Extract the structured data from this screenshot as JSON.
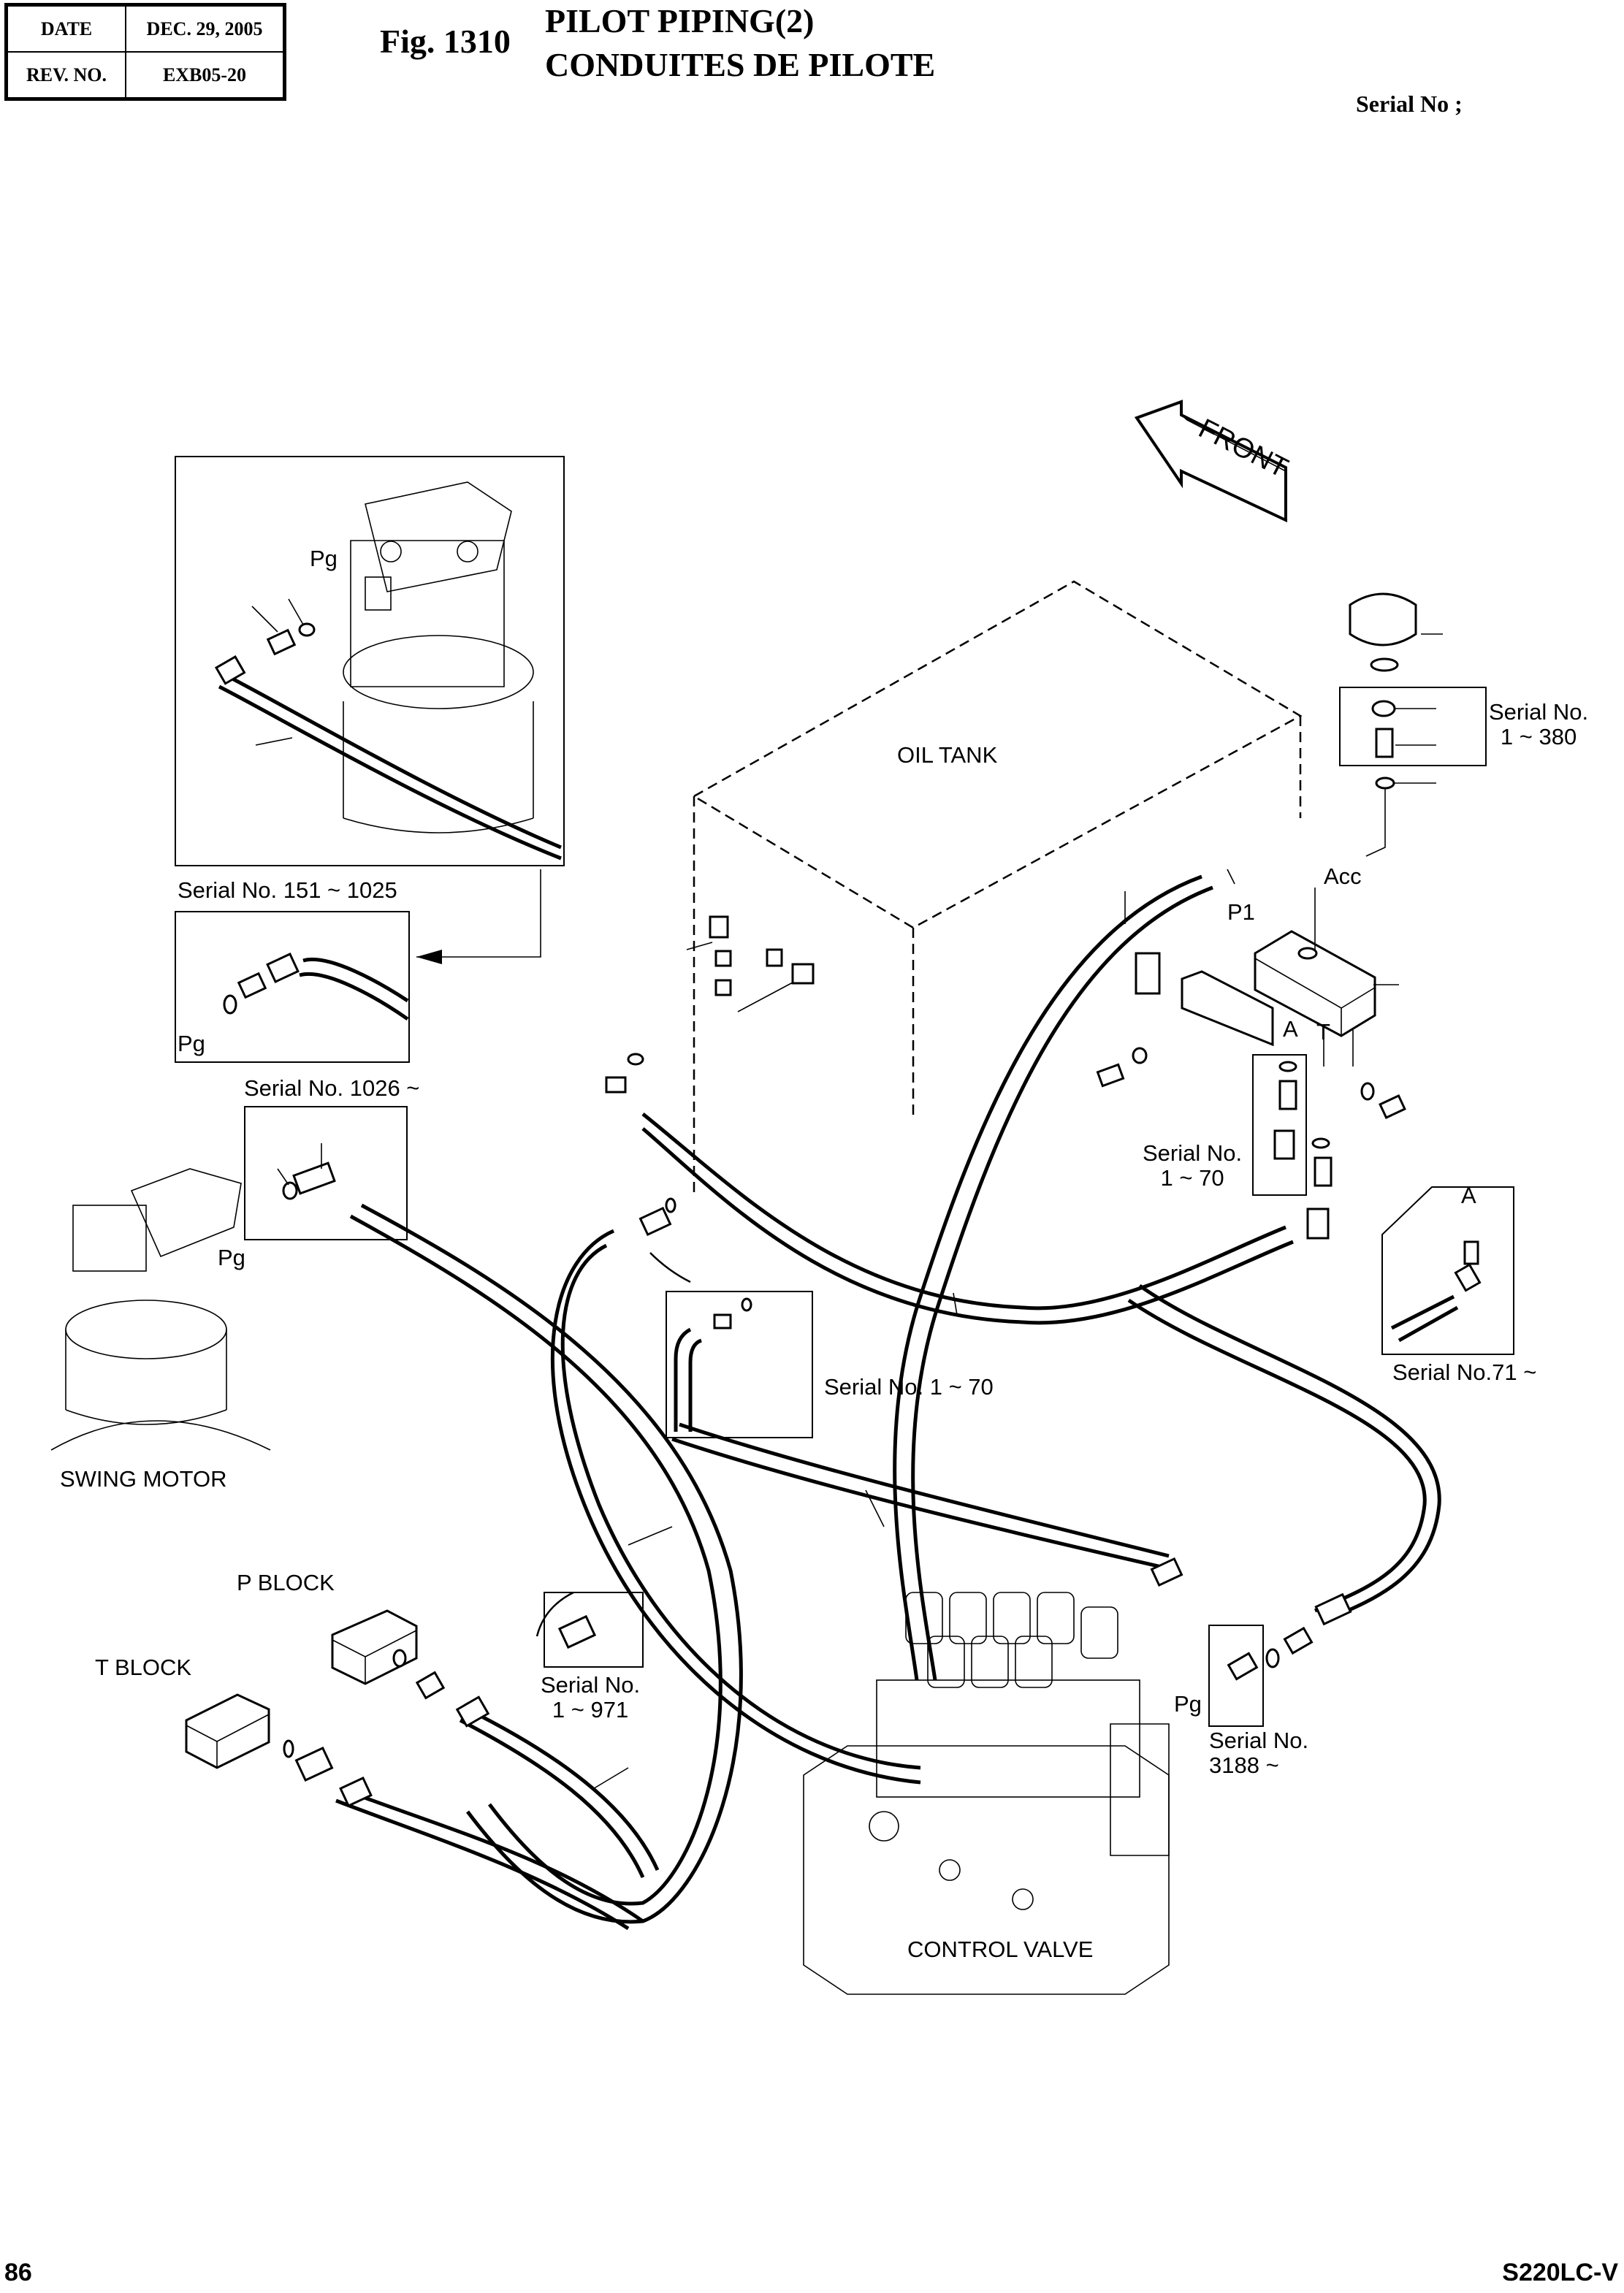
{
  "header": {
    "date_label": "DATE",
    "date_value": "DEC. 29, 2005",
    "rev_label": "REV. NO.",
    "rev_value": "EXB05-20",
    "fig_number": "Fig. 1310",
    "title_en": "PILOT PIPING(2)",
    "title_fr": "CONDUITES DE PILOTE",
    "serial_header": "Serial No ;"
  },
  "labels": {
    "front_arrow": "FRONT",
    "oil_tank": "OIL TANK",
    "swing_motor": "SWING MOTOR",
    "control_valve": "CONTROL VALVE",
    "p_block": "P BLOCK",
    "t_block": "T BLOCK",
    "port_pg_top": "Pg",
    "port_pg_inset1": "Pg",
    "port_pg_swing": "Pg",
    "port_pg_cv": "Pg",
    "port_acc": "Acc",
    "port_p1": "P1",
    "port_a": "A",
    "port_t": "T",
    "port_a_detail": "A"
  },
  "serial_notes": {
    "s151_1025": "Serial No. 151 ~ 1025",
    "s1026": "Serial No. 1026 ~",
    "s1_380_line1": "Serial No.",
    "s1_380_line2": "1 ~ 380",
    "s1_70_valve_line1": "Serial No.",
    "s1_70_valve_line2": "1 ~ 70",
    "s71": "Serial No.71 ~",
    "s1_70_tank": "Serial No. 1 ~ 70",
    "s1_971_line1": "Serial No.",
    "s1_971_line2": "1 ~ 971",
    "s3188_line1": "Serial No.",
    "s3188_line2": "3188 ~"
  },
  "footer": {
    "page_number": "86",
    "model": "S220LC-V"
  }
}
